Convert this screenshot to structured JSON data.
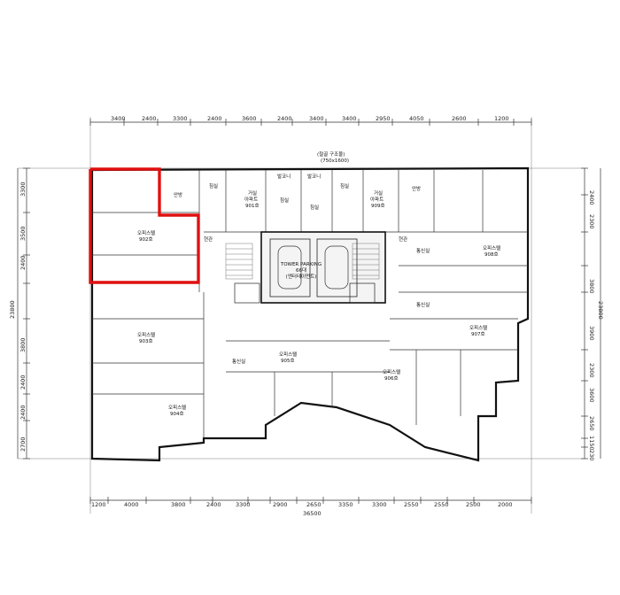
{
  "dims": {
    "top": [
      "3400",
      "2400",
      "3300",
      "2400",
      "3600",
      "2400",
      "3400",
      "3400",
      "2950",
      "4050",
      "2600",
      "1200"
    ],
    "bottom": [
      "1200",
      "4000",
      "3800",
      "2400",
      "3300",
      "2900",
      "2650",
      "3350",
      "3300",
      "2550",
      "2550",
      "2500",
      "2000"
    ],
    "left": [
      "3300",
      "3500",
      "2400",
      "23800",
      "3800",
      "2400",
      "2400",
      "2700"
    ],
    "right": [
      "2400",
      "2300",
      "3800",
      "3900",
      "2300",
      "3600",
      "2650",
      "1150",
      "230",
      "23800"
    ],
    "bottom_total": "36500"
  },
  "rooms": {
    "r902": {
      "name": "오피스텔",
      "num": "902호"
    },
    "r903": {
      "name": "오피스텔",
      "num": "903호"
    },
    "r904": {
      "name": "오피스텔",
      "num": "904호"
    },
    "r905": {
      "name": "오피스텔",
      "num": "905호"
    },
    "r906": {
      "name": "오피스텔",
      "num": "906호"
    },
    "r907": {
      "name": "오피스텔",
      "num": "907호"
    },
    "r908": {
      "name": "오피스텔",
      "num": "908호"
    },
    "r901": {
      "name": "거실",
      "sub": "아파트",
      "num": "901호"
    },
    "r909": {
      "name": "거실",
      "sub": "아파트",
      "num": "909호"
    },
    "bath1": "안방",
    "bath2": "안방",
    "bed1": "침실",
    "bed2": "침실",
    "bed3": "침실",
    "bed4": "침실",
    "bal1": "발코니",
    "bal2": "발코니",
    "entr1": "현관",
    "entr2": "현관",
    "comm1": "통신실",
    "comm2": "통신실",
    "comm3": "통신실",
    "tower": "TOWER PARKING",
    "tower_sub": "66대",
    "tower_sub2": "(엔터테이먼트)",
    "top_note1": "(철골 구조물)",
    "top_note2": "(750x1600)"
  }
}
